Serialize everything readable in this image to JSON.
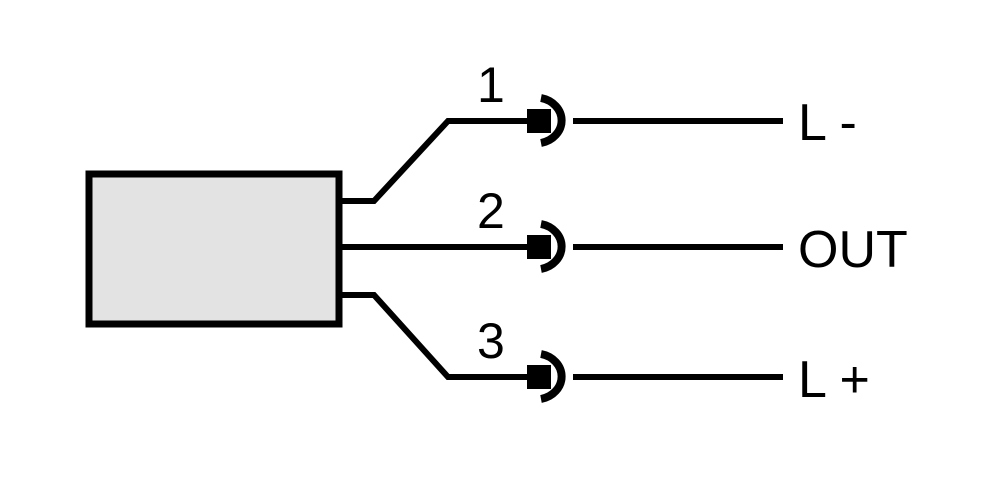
{
  "colors": {
    "body_fill": "#e3e3e3",
    "line": "#000000",
    "background": "#ffffff"
  },
  "connections": [
    {
      "pin": "1",
      "signal": "L -"
    },
    {
      "pin": "2",
      "signal": "OUT"
    },
    {
      "pin": "3",
      "signal": "L +"
    }
  ]
}
